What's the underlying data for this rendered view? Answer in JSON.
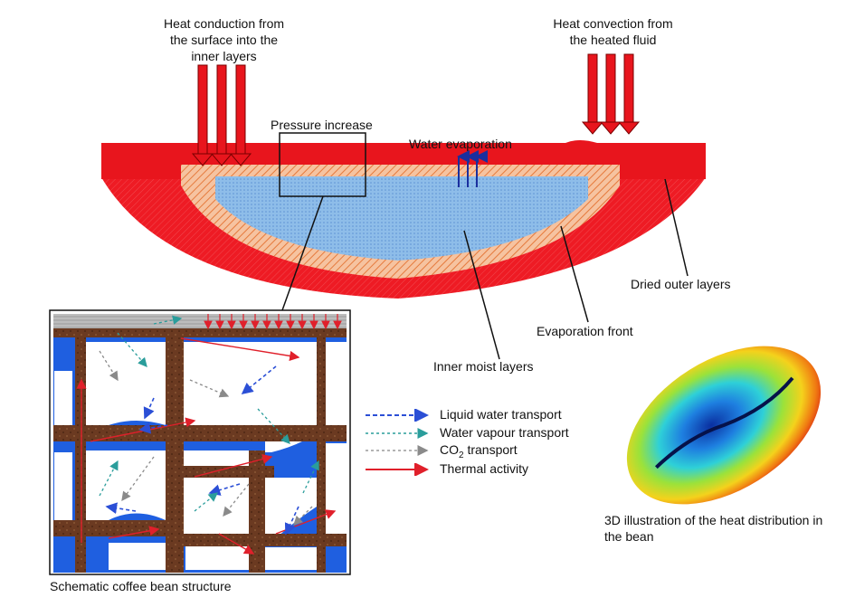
{
  "labels": {
    "heat_conduction": [
      "Heat conduction from",
      "the surface into the",
      "inner layers"
    ],
    "heat_convection": [
      "Heat convection from",
      "the heated fluid"
    ],
    "pressure_increase": "Pressure increase",
    "water_evaporation": "Water evaporation",
    "dried_outer_layers": "Dried outer layers",
    "evaporation_front": "Evaporation front",
    "inner_moist_layers": "Inner moist layers",
    "schematic_caption": "Schematic coffee bean structure",
    "heat_3d_caption": [
      "3D illustration of the heat distribution in",
      "the bean"
    ]
  },
  "legend": [
    {
      "label": "Liquid water transport",
      "color": "#2b4fd6",
      "style": "dashed"
    },
    {
      "label": "Water vapour transport",
      "color": "#2a9d9b",
      "style": "dashed"
    },
    {
      "label_main": "CO",
      "label_sub": "2",
      "label_tail": " transport",
      "color": "#9a9a9a",
      "style": "dashed"
    },
    {
      "label": "Thermal activity",
      "color": "#e0202b",
      "style": "solid"
    }
  ],
  "colors": {
    "outer_layer": "#ee1b24",
    "surface_band": "#e8151d",
    "evaporation_front": "#f29a6a",
    "moist_core": "#8cb8e6",
    "cell_wall": "#6b3a21",
    "water": "#1f5fe0",
    "thermal": "#e0202b"
  }
}
